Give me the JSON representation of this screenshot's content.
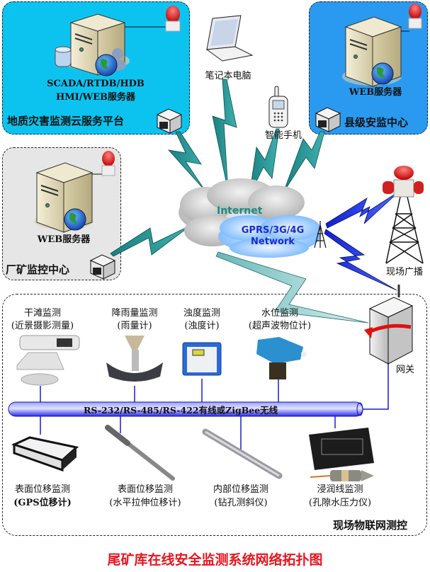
{
  "title": "尾矿库在线安全监测系统网络拓扑图",
  "colors": {
    "cloud_platform_bg": "#0cc3f0",
    "county_center_bg": "#2a9af0",
    "factory_center_bg": "#e6e6e6",
    "lightning_teal": "#1e8c8c",
    "lightning_blue": "#2040e0",
    "bus_blue": "#2a2ae8",
    "title_red": "#e8141e"
  },
  "zones": {
    "cloud_platform": {
      "title": "地质灾害监测云服务平台",
      "server_label_line1": "SCADA/RTDB/HDB",
      "server_label_line2": "HMI/WEB服务器"
    },
    "county_center": {
      "title": "县级安监中心",
      "server_label": "WEB服务器"
    },
    "factory_center": {
      "title": "厂矿监控中心",
      "server_label": "WEB服务器"
    },
    "field_iot": {
      "title": "现场物联网测控"
    }
  },
  "devices": {
    "laptop": "笔记本电脑",
    "smartphone": "智能手机",
    "broadcast": "现场广播",
    "gateway": "网关"
  },
  "network": {
    "internet": "Internet",
    "mobile_line1": "GPRS/3G/4G",
    "mobile_line2": "Network"
  },
  "bus": {
    "label": "RS-232/RS-485/RS-422有线或ZigBee无线"
  },
  "sensors_top": [
    {
      "name": "干滩监测",
      "detail": "(近景摄影测量)"
    },
    {
      "name": "降雨量监测",
      "detail": "(雨量计)"
    },
    {
      "name": "浊度监测",
      "detail": "(浊度计)"
    },
    {
      "name": "水位监测",
      "detail": "(超声波物位计)"
    }
  ],
  "sensors_bottom": [
    {
      "name": "表面位移监测",
      "detail": "(GPS位移计)"
    },
    {
      "name": "表面位移监测",
      "detail": "(水平拉伸位移计)"
    },
    {
      "name": "内部位移监测",
      "detail": "(钻孔测斜仪)"
    },
    {
      "name": "浸润线监测",
      "detail": "(孔隙水压力仪)"
    }
  ]
}
